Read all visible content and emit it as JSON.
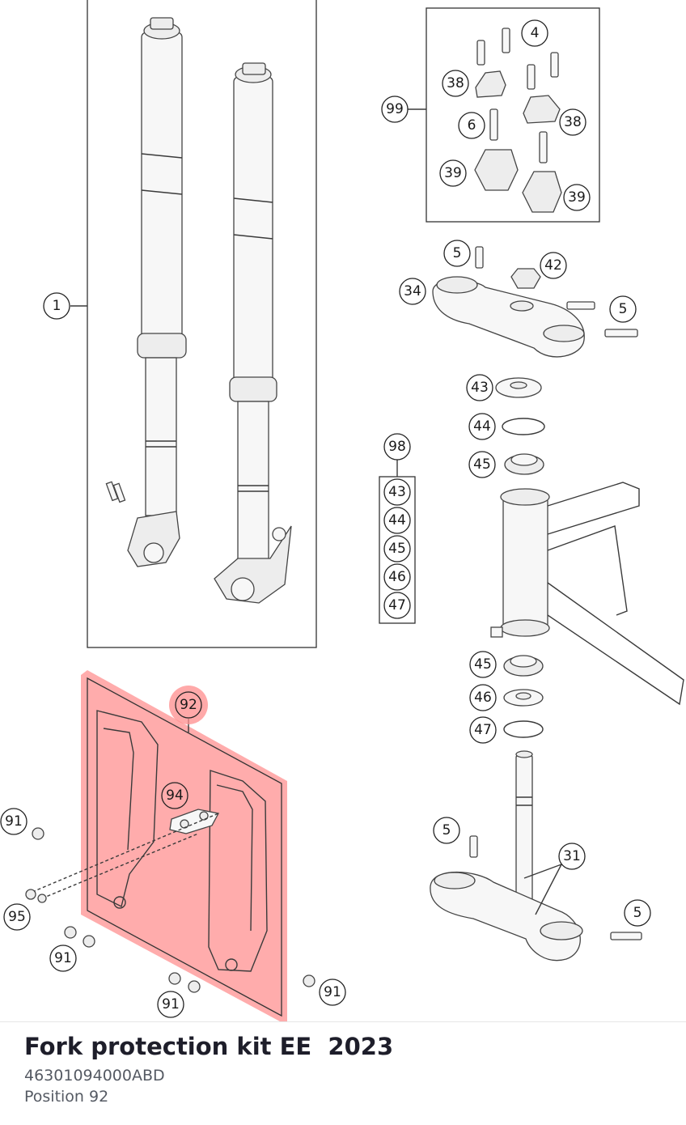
{
  "diagram": {
    "callouts": [
      "1",
      "4",
      "38",
      "99",
      "6",
      "38",
      "39",
      "39",
      "5",
      "42",
      "34",
      "5",
      "43",
      "44",
      "98",
      "45",
      "43",
      "44",
      "45",
      "46",
      "47",
      "45",
      "46",
      "47",
      "92",
      "94",
      "91",
      "5",
      "31",
      "95",
      "91",
      "91",
      "91",
      "5"
    ]
  },
  "part": {
    "title": "Fork protection kit EE  2023",
    "number": "46301094000ABD",
    "position": "Position 92"
  },
  "colors": {
    "highlight": "#ff8c8c",
    "line": "#2a2a2a"
  }
}
